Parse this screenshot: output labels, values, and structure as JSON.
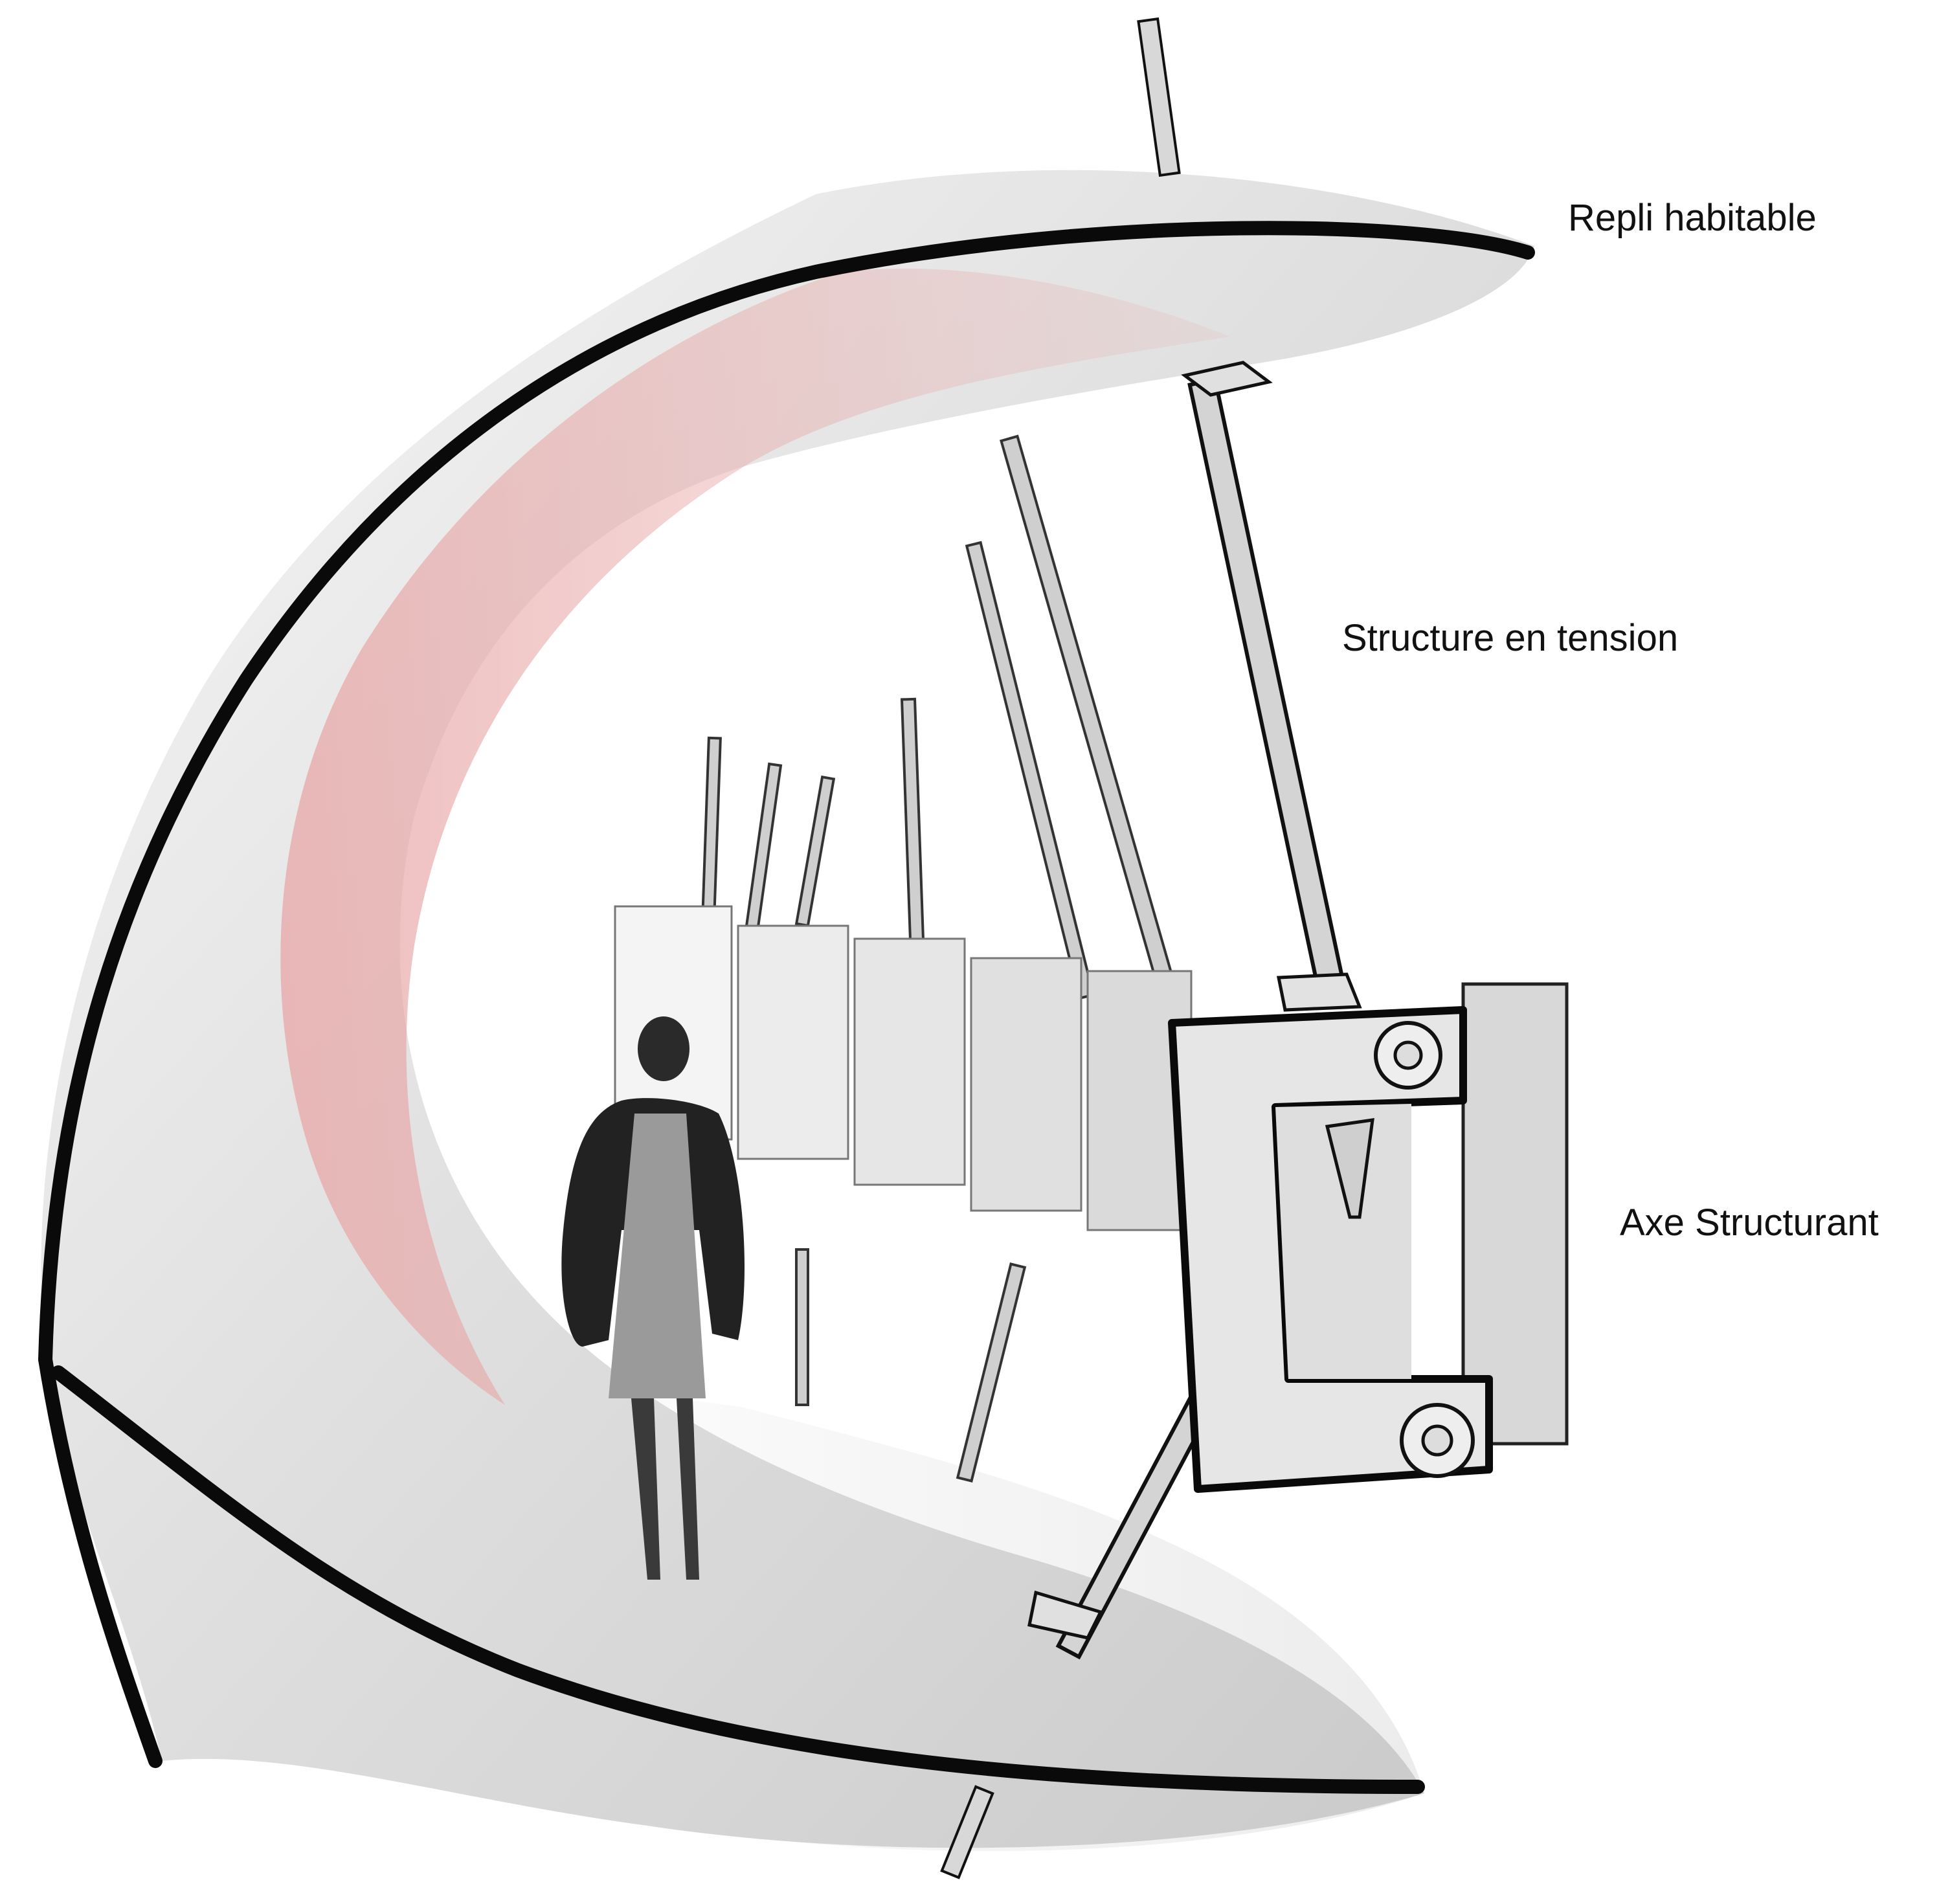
{
  "labels": {
    "repli_habitable": "Repli habitable",
    "structure_en_tension": "Structure en tension",
    "axe_structurant": "Axe Structurant"
  },
  "colors": {
    "background": "#ffffff",
    "outline": "#0a0a0a",
    "shell_light": "#f2f2f2",
    "shell_mid": "#d9d9d9",
    "shell_pink": "#e6a3a3",
    "rod_fill": "#cfcfcf",
    "block_fill": "#e6e6e6",
    "figure_dark": "#222222"
  }
}
